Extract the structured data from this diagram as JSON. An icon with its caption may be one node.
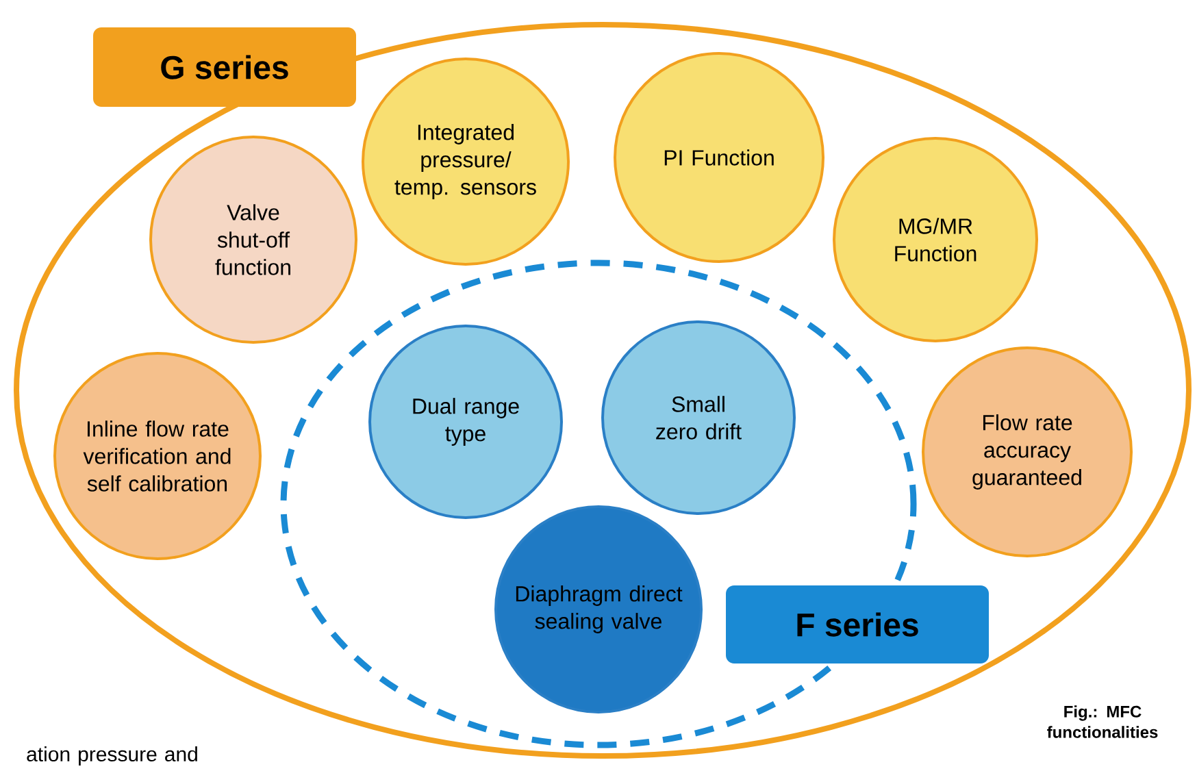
{
  "diagram": {
    "nodes": [
      {
        "text": [
          "G series"
        ]
      },
      {
        "text": [
          "Valve shut-off function"
        ],
        "in": 0
      },
      {
        "text": [
          "Integrated pressure/ temp. sensors"
        ],
        "in": 0
      },
      {
        "text": [
          "PI Function"
        ],
        "in": 0
      },
      {
        "text": [
          "MG/MR Function"
        ],
        "in": 0
      },
      {
        "text": [
          "Inline flow rate verification and self calibration"
        ],
        "in": 0
      },
      {
        "text": [
          "Flow rate accuracy guaranteed"
        ],
        "in": 0
      },
      {
        "text": [
          "F series"
        ],
        "in": 0
      },
      {
        "text": [
          "Dual range type"
        ],
        "in": 7
      },
      {
        "text": [
          "Small zero drift"
        ],
        "in": 7
      },
      {
        "text": [
          "Diaphragm direct sealing valve"
        ],
        "in": 7
      }
    ],
    "labels": [
      "Fig.: MFC functionalities",
      "ation pressure and"
    ]
  }
}
